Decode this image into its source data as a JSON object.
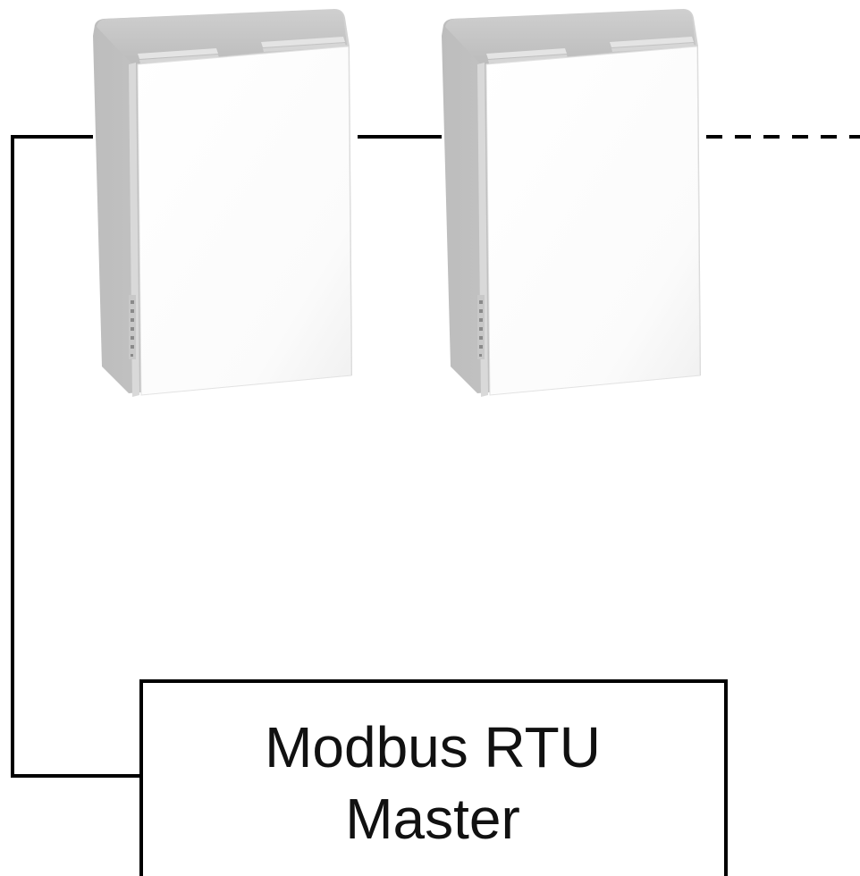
{
  "master": {
    "line1": "Modbus RTU",
    "line2": "Master"
  },
  "devices": [
    {
      "id": "device-1"
    },
    {
      "id": "device-2"
    }
  ],
  "bus": {
    "continues": true,
    "line_style": "solid",
    "continuation_style": "dashed"
  },
  "colors": {
    "wire": "#000000",
    "housing_back": "#c9c9c9",
    "housing_side": "#b7b7b7",
    "front_panel": "#ffffff",
    "vent": "#e6e6e6"
  }
}
